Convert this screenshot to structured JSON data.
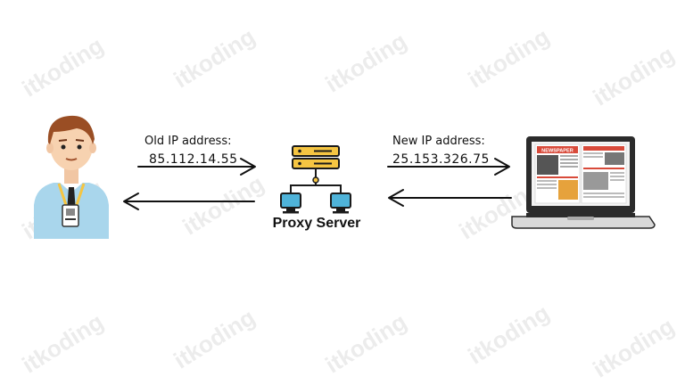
{
  "watermark": "itkoding",
  "user": {
    "icon": "person-user-icon"
  },
  "outbound_left": {
    "label": "Old IP address:",
    "ip": "85.112.14.55"
  },
  "outbound_right": {
    "label": "New IP address:",
    "ip": "25.153.326.75"
  },
  "proxy": {
    "label": "Proxy Server",
    "icon": "server-network-icon"
  },
  "laptop": {
    "icon": "laptop-icon",
    "screen_title": "NEWSPAPER"
  },
  "colors": {
    "server": "#f5c542",
    "node": "#4fb3d9",
    "arrow": "#111111",
    "shirt": "#a9d6ec"
  }
}
